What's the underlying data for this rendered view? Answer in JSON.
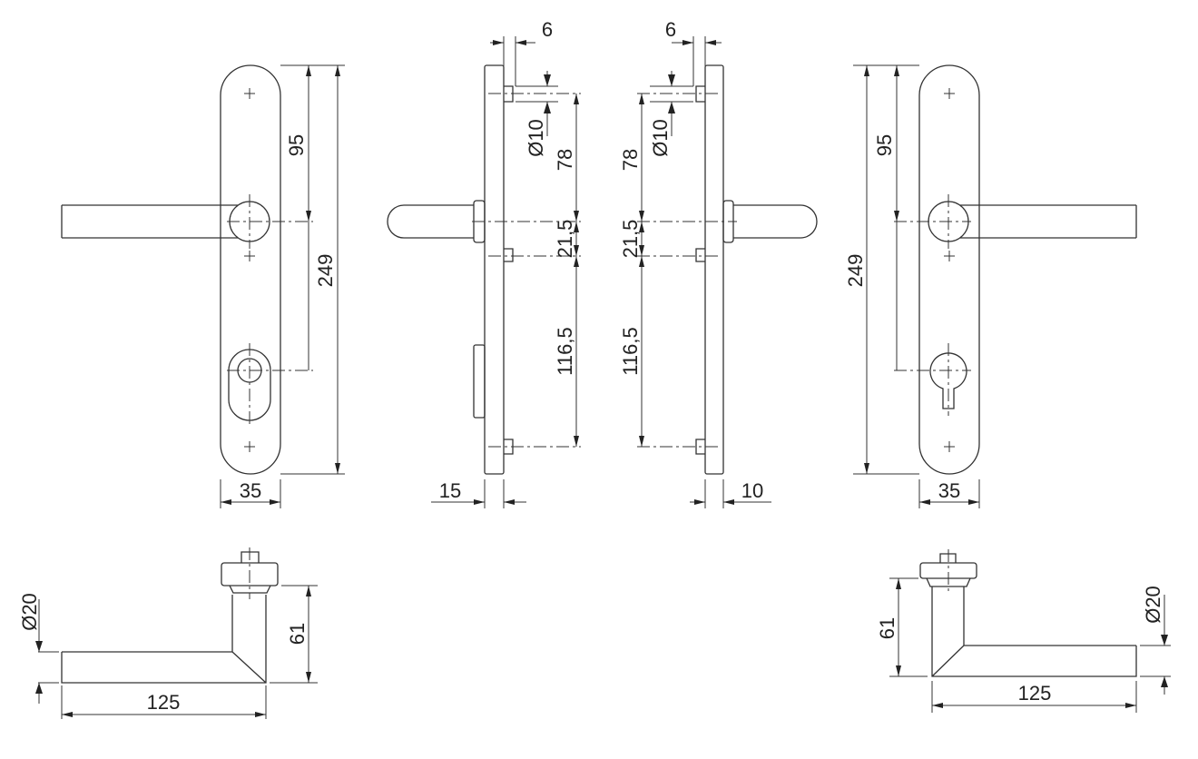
{
  "dimensions": {
    "plate_height": "249",
    "handle_to_top": "95",
    "plate_width": "35",
    "pin_offset": "6",
    "pin_diameter": "Ø10",
    "top_pin_to_handle": "78",
    "handle_to_mid_pin": "21,5",
    "mid_pin_to_bottom_pin": "116,5",
    "plate_thickness_outer": "15",
    "plate_thickness_inner": "10",
    "handle_height": "61",
    "handle_diameter": "Ø20",
    "handle_length": "125"
  }
}
